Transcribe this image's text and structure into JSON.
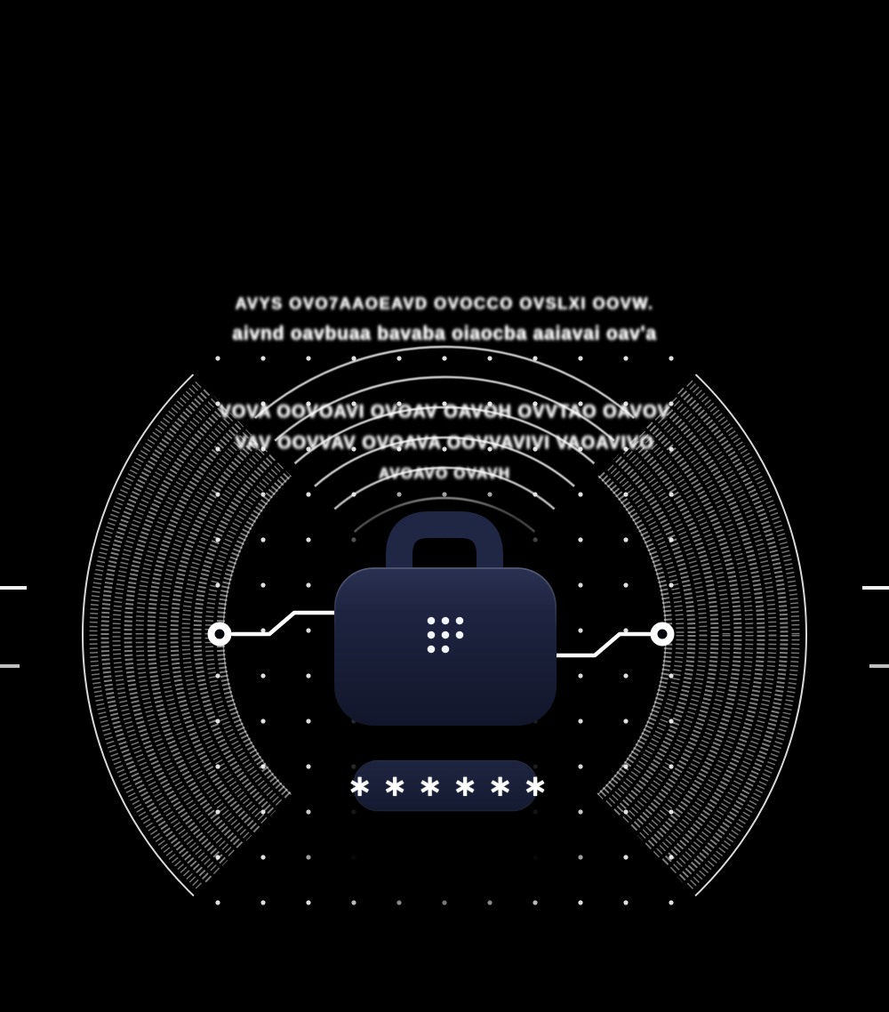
{
  "headline": {
    "line1": "AVYS OVO7AAOEAVD OVOCCO OVSLXI OOVW.",
    "line2": "aivnd oavbuaa bavaba oiaocba aaiavai oav'a"
  },
  "subheadline": {
    "line1": "VOVA OOVOAVI OVOAV OAVOH OVVTAO OAVOV",
    "line2": "VAV OOVVAV OVOAVA OOVVAVIVI VAOAVIVO",
    "line3": "AVOAVO OVAVH"
  },
  "password": {
    "masked_value": "∗∗∗∗∗∗"
  },
  "colors": {
    "background": "#000000",
    "foreground": "#ffffff",
    "case_top": "#2a3152",
    "case_body": "#1e2440",
    "case_bottom": "#12162b",
    "handle": "#202745",
    "pill_top": "#1f2540",
    "pill_bottom": "#141a30",
    "keypad_dots": "#f4f6ff"
  },
  "icons": {
    "briefcase": "locked-briefcase-illustration",
    "keypad": "keypad-dots-icon",
    "nodes": "connector-node-icon",
    "ripples": "radar-ripple-arcs"
  }
}
